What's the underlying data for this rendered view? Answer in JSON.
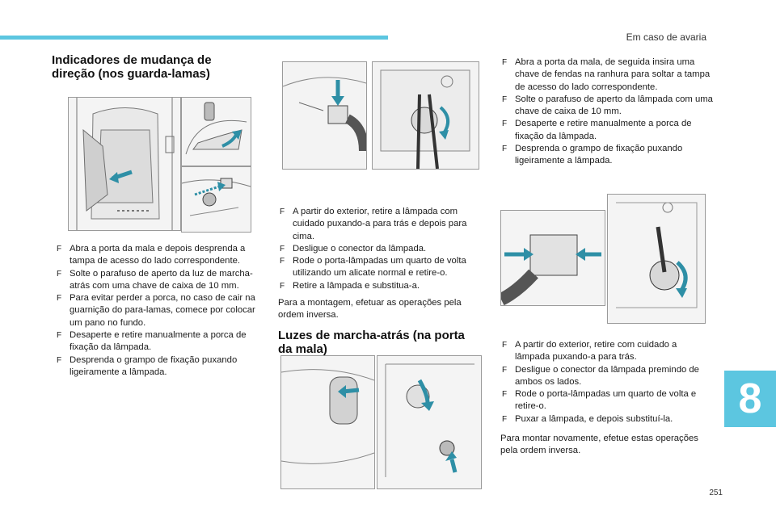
{
  "header": {
    "section_title": "Em caso de avaria"
  },
  "chapter_tab": "8",
  "page_number": "251",
  "section_turn_signal": {
    "title_line1": "Indicadores de mudança de",
    "title_line2": "direção (nos guarda-lamas)",
    "steps": [
      "Abra a porta da mala e depois desprenda a tampa de acesso do lado correspondente.",
      "Solte o parafuso de aperto da luz de marcha-atrás com uma chave de caixa de 10 mm.",
      "Para evitar perder a porca, no caso de cair na guarnição do para-lamas, comece por colocar um pano no fundo.",
      "Desaperte e retire manualmente a porca de fixação da lâmpada.",
      "Desprenda o grampo de fixação puxando ligeiramente a lâmpada."
    ]
  },
  "middle_column": {
    "steps": [
      "A partir do exterior, retire a lâmpada com cuidado puxando-a para trás e depois para cima.",
      "Desligue o conector da lâmpada.",
      "Rode o porta-lâmpadas um quarto de volta utilizando um alicate normal e retire-o.",
      "Retire a lâmpada e substitua-a."
    ],
    "note": "Para a montagem, efetuar as operações pela ordem inversa."
  },
  "section_reversing": {
    "title_line1": "Luzes de marcha-atrás (na porta",
    "title_line2": "da mala)"
  },
  "right_column": {
    "steps_top": [
      "Abra a porta da mala, de seguida insira uma chave de fendas na ranhura para soltar a tampa de acesso do lado correspondente.",
      "Solte o parafuso de aperto da lâmpada com uma chave de caixa de 10 mm.",
      "Desaperte e retire manualmente a porca de fixação da lâmpada.",
      "Desprenda o grampo de fixação puxando ligeiramente a lâmpada."
    ],
    "steps_bottom": [
      "A partir do exterior, retire com cuidado a lâmpada puxando-a para trás.",
      "Desligue o conector da lâmpada premindo de ambos os lados.",
      "Rode o porta-lâmpadas um quarto de volta e retire-o.",
      "Puxar a lâmpada, e depois substituí-la."
    ],
    "note": "Para montar novamente, efetue estas operações pela ordem inversa."
  },
  "bullet_glyph": "F",
  "colors": {
    "accent": "#5cc6e0",
    "arrow": "#2e8fa6",
    "line": "#6e6e6e"
  }
}
